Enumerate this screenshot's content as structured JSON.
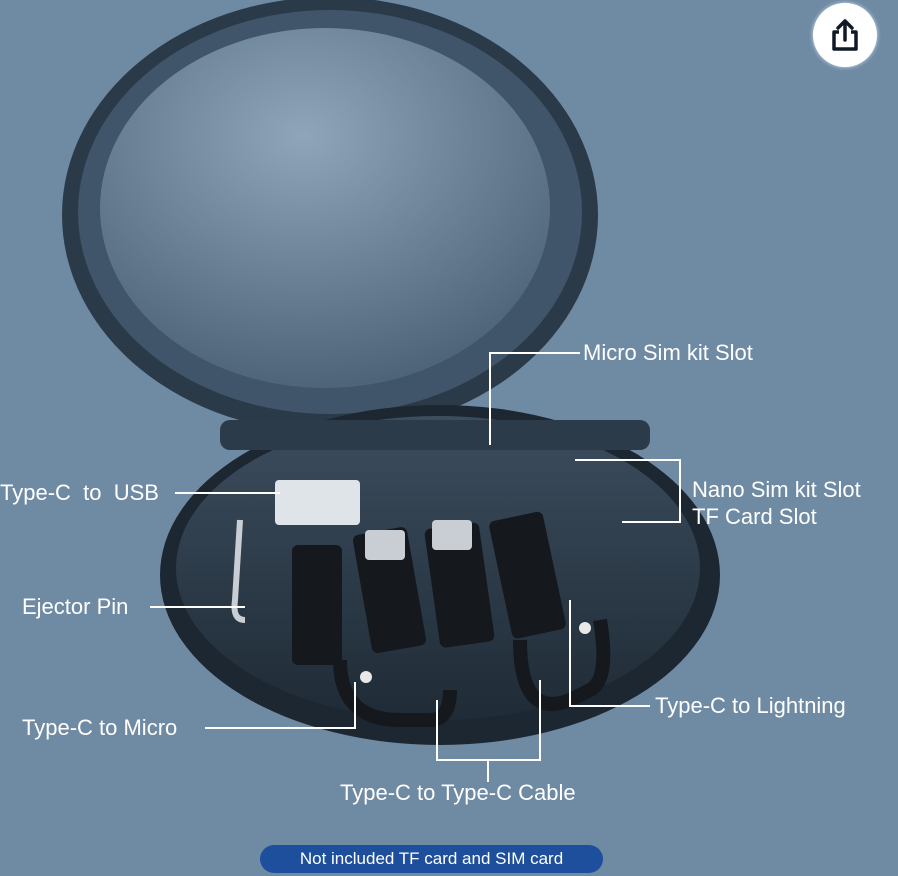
{
  "labels": {
    "micro_sim": "Micro Sim kit Slot",
    "type_c_usb": "Type-C  to  USB",
    "nano_sim": "Nano Sim kit Slot",
    "tf_card": "TF Card Slot",
    "ejector": "Ejector Pin",
    "type_c_micro": "Type-C to Micro",
    "type_c_lightning": "Type-C to Lightning",
    "type_c_cable": "Type-C to Type-C Cable"
  },
  "notice": "Not included TF card and SIM card",
  "share_button": {
    "icon": "share-icon"
  },
  "colors": {
    "background": "#6f8aa3",
    "notice_pill": "#1e4f9c"
  }
}
